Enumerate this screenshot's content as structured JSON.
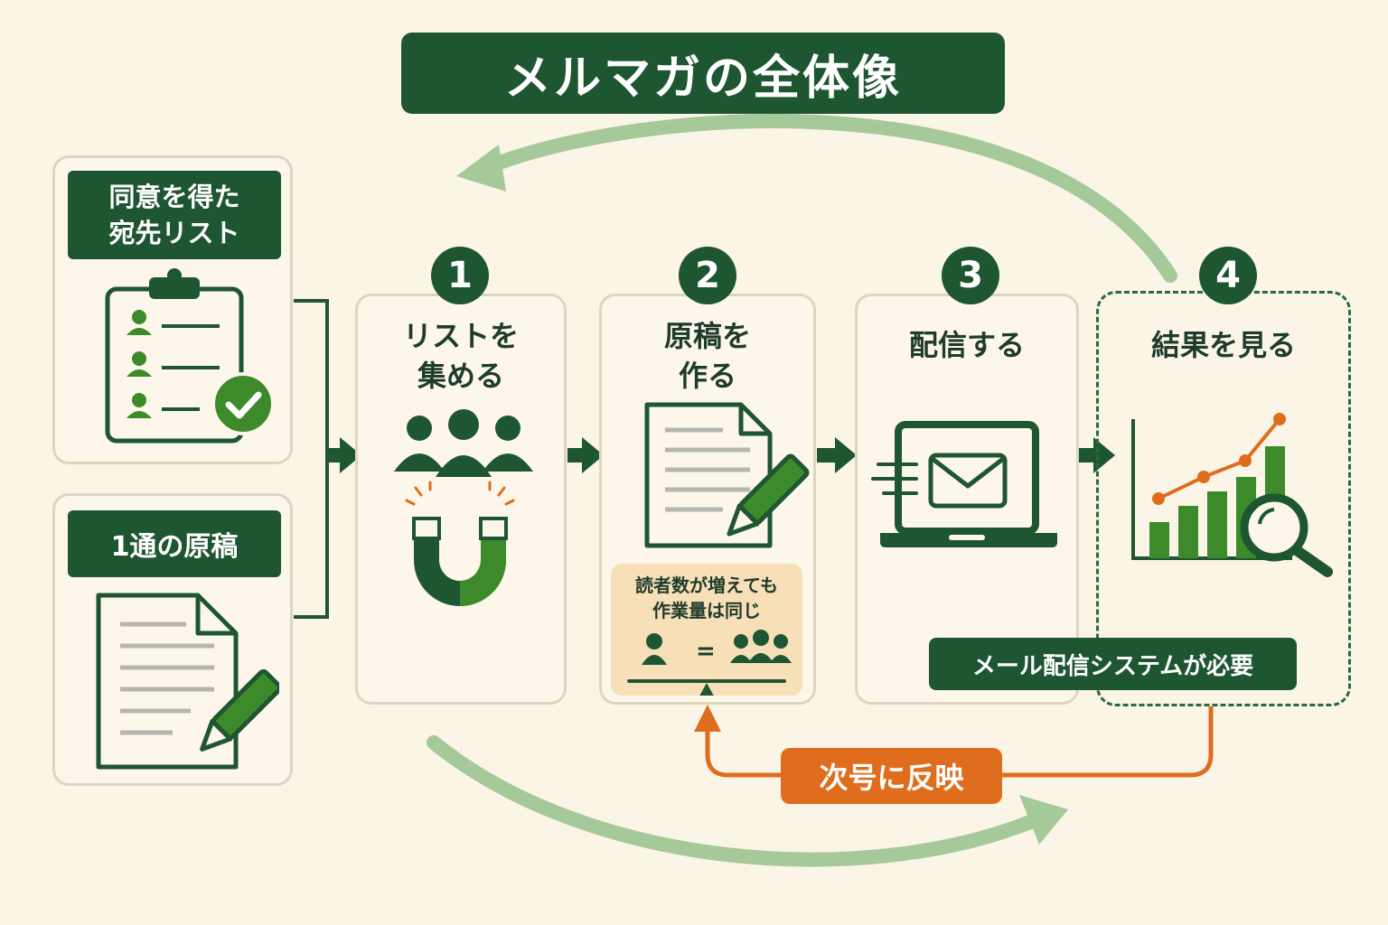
{
  "title": "メルマガの全体像",
  "inputs": {
    "list_label_line1": "同意を得た",
    "list_label_line2": "宛先リスト",
    "draft_label": "1通の原稿"
  },
  "steps": [
    {
      "number": "1",
      "line1": "リストを",
      "line2": "集める"
    },
    {
      "number": "2",
      "line1": "原稿を",
      "line2": "作る"
    },
    {
      "number": "3",
      "line1": "配信する",
      "line2": ""
    },
    {
      "number": "4",
      "line1": "結果を見る",
      "line2": ""
    }
  ],
  "note": {
    "line1": "読者数が増えても",
    "line2": "作業量は同じ",
    "equals": "="
  },
  "system_label": "メール配信システムが必要",
  "feedback_label": "次号に反映",
  "colors": {
    "dark_green": "#1e5632",
    "light_green": "#a6c99a",
    "orange": "#e06d1d",
    "bright_green": "#3d8a2a"
  },
  "icons": [
    "clipboard-icon",
    "checkmark-icon",
    "document-icon",
    "pencil-icon",
    "people-icon",
    "magnet-icon",
    "laptop-mail-icon",
    "bar-chart-icon",
    "magnifier-icon",
    "balance-scale-icon"
  ]
}
